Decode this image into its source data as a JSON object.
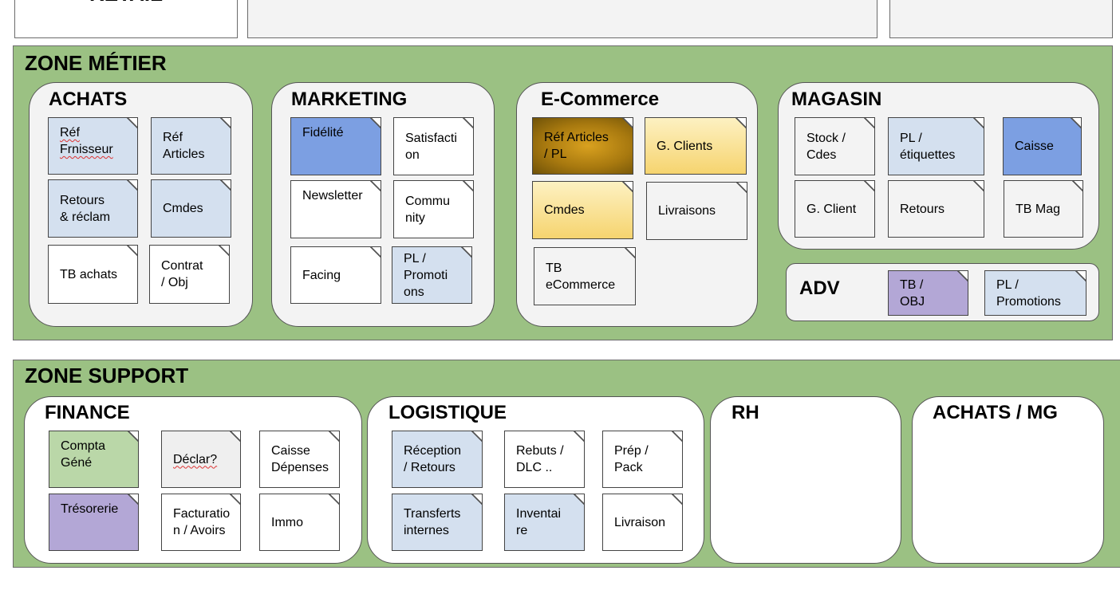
{
  "top": {
    "retail_label": "RETAIL"
  },
  "metier": {
    "title": "ZONE MÉTIER",
    "achats": {
      "title": "ACHATS",
      "cards": [
        "Réf\nFrnisseur",
        "Réf\nArticles",
        "Retours\n& réclam",
        "Cmdes",
        "TB achats",
        "Contrat\n/ Obj"
      ]
    },
    "marketing": {
      "title": "MARKETING",
      "cards": [
        "Fidélité",
        "Satisfacti\non",
        "Newsletter",
        "Commu\nnity",
        "Facing",
        "PL /\nPromoti\nons"
      ]
    },
    "ecommerce": {
      "title": "E-Commerce",
      "cards": [
        "Réf Articles\n/ PL",
        "G. Clients",
        "Cmdes",
        "Livraisons",
        "TB\neCommerce"
      ]
    },
    "magasin": {
      "title": "MAGASIN",
      "cards": [
        "Stock /\nCdes",
        "PL /\nétiquettes",
        "Caisse",
        "G. Client",
        "Retours",
        "TB Mag"
      ]
    },
    "adv": {
      "title": "ADV",
      "cards": [
        "TB /\nOBJ",
        "PL /\nPromotions"
      ]
    }
  },
  "support": {
    "title": "ZONE SUPPORT",
    "finance": {
      "title": "FINANCE",
      "cards": [
        "Compta\nGéné",
        "Déclar?",
        "Caisse\nDépenses",
        "Trésorerie",
        "Facturatio\nn / Avoirs",
        "Immo"
      ]
    },
    "logistique": {
      "title": "LOGISTIQUE",
      "cards": [
        "Réception\n/ Retours",
        "Rebuts /\nDLC ..",
        "Prép /\nPack",
        "Transferts\ninternes",
        "Inventai\nre",
        "Livraison"
      ]
    },
    "rh": {
      "title": "RH"
    },
    "achats_mg": {
      "title": "ACHATS / MG"
    }
  },
  "colors": {
    "zone_bg": "#9bc183",
    "card_blue": "#d4e0ef",
    "card_dark_blue": "#7c9fe2",
    "card_green": "#bad7a8",
    "card_purple": "#b3a7d6",
    "card_gold": "#f6d46f",
    "card_bronze": "#a8790f"
  }
}
